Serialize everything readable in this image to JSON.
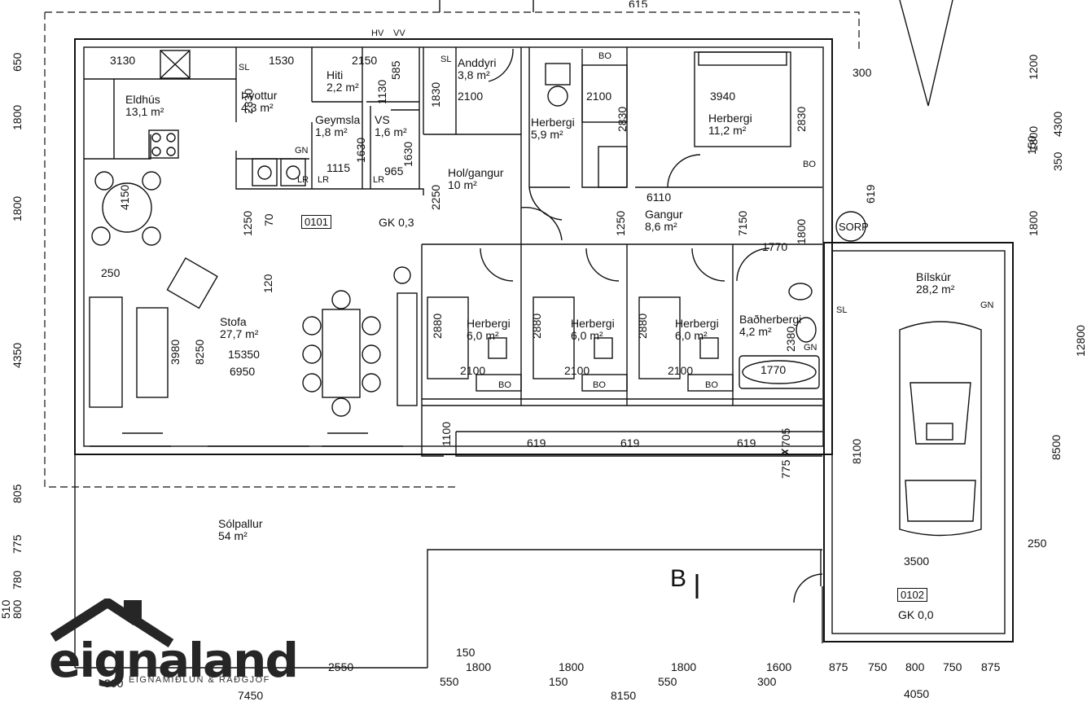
{
  "rooms": [
    {
      "id": "eldhus",
      "name": "Eldhús",
      "area": "13,1 m²"
    },
    {
      "id": "thvottur",
      "name": "Þvottur",
      "area": "4,3 m²"
    },
    {
      "id": "hiti",
      "name": "Hiti",
      "area": "2,2 m²"
    },
    {
      "id": "geymsla",
      "name": "Geymsla",
      "area": "1,8 m²"
    },
    {
      "id": "vs",
      "name": "VS",
      "area": "1,6 m²"
    },
    {
      "id": "anddyri",
      "name": "Anddyri",
      "area": "3,8 m²"
    },
    {
      "id": "holgangur",
      "name": "Hol/gangur",
      "area": "10 m²"
    },
    {
      "id": "herbergi1",
      "name": "Herbergi",
      "area": "5,9 m²"
    },
    {
      "id": "herbergi2",
      "name": "Herbergi",
      "area": "11,2 m²"
    },
    {
      "id": "gangur",
      "name": "Gangur",
      "area": "8,6 m²"
    },
    {
      "id": "herbergi3",
      "name": "Herbergi",
      "area": "6,0 m²"
    },
    {
      "id": "herbergi4",
      "name": "Herbergi",
      "area": "6,0 m²"
    },
    {
      "id": "herbergi5",
      "name": "Herbergi",
      "area": "6,0 m²"
    },
    {
      "id": "badherbergi",
      "name": "Baðherbergi",
      "area": "4,2 m²"
    },
    {
      "id": "stofa",
      "name": "Stofa",
      "area": "27,7 m²"
    },
    {
      "id": "bilskur",
      "name": "Bílskúr",
      "area": "28,2 m²"
    },
    {
      "id": "solpallur",
      "name": "Sólpallur",
      "area": "54 m²"
    }
  ],
  "unit_tags": [
    {
      "id": "u0101",
      "code": "0101",
      "gk": "GK 0,3"
    },
    {
      "id": "u0102",
      "code": "0102",
      "gk": "GK 0,0"
    }
  ],
  "fixture_labels": {
    "sl": "SL",
    "hv": "HV",
    "vv": "VV",
    "bo": "BO",
    "gn": "GN",
    "lr": "LR",
    "sorp": "SORP",
    "section": "B"
  },
  "dimensions": {
    "d3130": "3130",
    "d1530": "1530",
    "d2150": "2150",
    "d585": "585",
    "d1130": "1130",
    "d1830": "1830",
    "d2100a": "2100",
    "d2100b": "2100",
    "d2830a": "2830",
    "d2830b": "2830",
    "d2830c": "2830",
    "d3940": "3940",
    "d300a": "300",
    "d615": "615",
    "d1630a": "1630",
    "d1630b": "1630",
    "d1115": "1115",
    "d965": "965",
    "d2250": "2250",
    "d4150": "4150",
    "d1250a": "1250",
    "d70": "70",
    "d6110": "6110",
    "d1250b": "1250",
    "d7150": "7150",
    "d1800a": "1800",
    "d1770a": "1770",
    "d619v": "619",
    "d250a": "250",
    "d120": "120",
    "d2880a": "2880",
    "d2880b": "2880",
    "d2880c": "2880",
    "d2380": "2380",
    "d3980": "3980",
    "d8250": "8250",
    "d15350": "15350",
    "d6950": "6950",
    "d2100c": "2100",
    "d2100d": "2100",
    "d2100e": "2100",
    "d1770b": "1770",
    "d1100": "1100",
    "d619a": "619",
    "d619b": "619",
    "d619c": "619",
    "d775_705": "775 ✗705",
    "d8100": "8100",
    "d3500": "3500",
    "d250b": "250",
    "d8500": "8500",
    "d12800": "12800",
    "d4350": "4350",
    "d1800r1": "1800",
    "d1800r2": "1800",
    "d150r": "150",
    "d350r": "350",
    "d4300r": "4300",
    "d1200r": "1200",
    "b2550": "2550",
    "b1800a": "1800",
    "b1800b": "1800",
    "b1800c": "1800",
    "b1600": "1600",
    "b875a": "875",
    "b750a": "750",
    "b800": "800",
    "b750b": "750",
    "b875b": "875",
    "b150a": "150",
    "b550a": "550",
    "b150b": "150",
    "b550b": "550",
    "b300": "300",
    "b7450": "7450",
    "b8150": "8150",
    "b4050": "4050",
    "b300l": "300",
    "l650": "650",
    "l1800a": "1800",
    "l1800b": "1800",
    "l805": "805",
    "l775": "775",
    "l780": "780",
    "l800": "800",
    "l510": "510"
  },
  "logo": {
    "word": "eignaland",
    "tagline": "EIGNAMIÐLUN & RÁÐGJÖF"
  }
}
